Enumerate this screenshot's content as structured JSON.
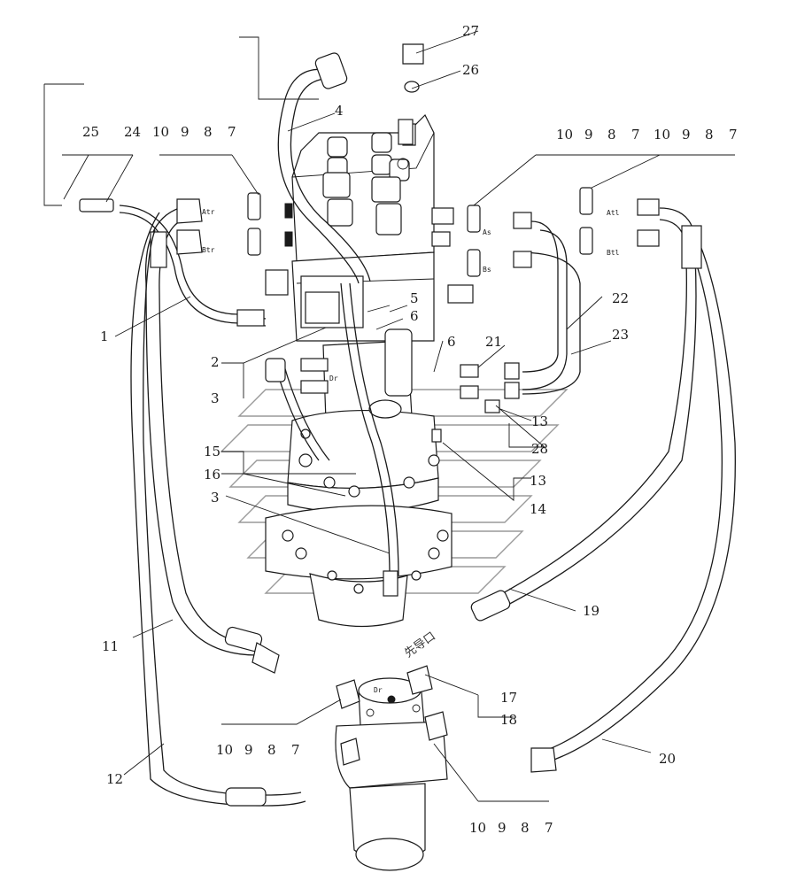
{
  "callouts": {
    "c1": "1",
    "c2": "2",
    "c3a": "3",
    "c3b": "3",
    "c4": "4",
    "c5": "5",
    "c6a": "6",
    "c6b": "6",
    "c11": "11",
    "c12": "12",
    "c13a": "13",
    "c13b": "13",
    "c14": "14",
    "c15": "15",
    "c16": "16",
    "c17": "17",
    "c18": "18",
    "c19": "19",
    "c20": "20",
    "c21": "21",
    "c22": "22",
    "c23": "23",
    "c24": "24",
    "c25": "25",
    "c26": "26",
    "c27": "27",
    "c28": "28"
  },
  "groups": {
    "top_left": [
      "10",
      "9",
      "8",
      "7"
    ],
    "top_mid": [
      "10",
      "9",
      "8",
      "7"
    ],
    "top_right": [
      "10",
      "9",
      "8",
      "7"
    ],
    "bottom_left": [
      "10",
      "9",
      "8",
      "7"
    ],
    "bottom_right": [
      "10",
      "9",
      "8",
      "7"
    ]
  },
  "ports": {
    "atr": "Atr",
    "btr": "Btr",
    "as": "As",
    "bs": "Bs",
    "atl": "Atl",
    "btl": "Btl",
    "dr": "Dr",
    "dr2": "Dr"
  },
  "annotation_cn": "先导口"
}
